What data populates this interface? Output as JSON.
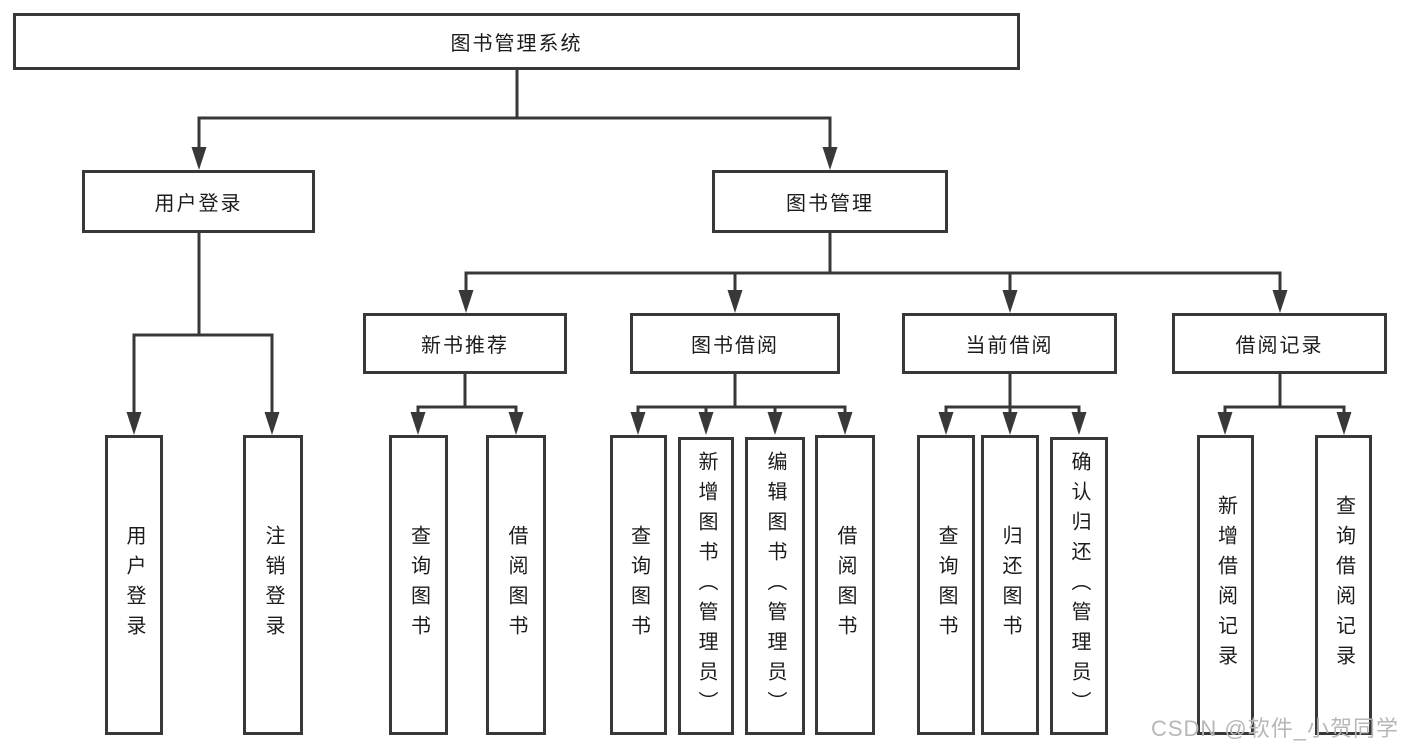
{
  "diagram_type": "hierarchy-tree",
  "line_color": "#383838",
  "box_background": "#ffffff",
  "text_color": "#1c1c1c",
  "watermark": {
    "text": "CSDN @软件_小贺同学",
    "color": "#b7b7b7"
  },
  "nodes": {
    "root": {
      "label": "图书管理系统"
    },
    "level1": [
      {
        "label": "用户登录",
        "children": [
          {
            "label": "用户登录"
          },
          {
            "label": "注销登录"
          }
        ]
      },
      {
        "label": "图书管理",
        "children": [
          {
            "label": "新书推荐",
            "children": [
              {
                "label": "查询图书"
              },
              {
                "label": "借阅图书"
              }
            ]
          },
          {
            "label": "图书借阅",
            "children": [
              {
                "label": "查询图书"
              },
              {
                "label": "新增图书（管理员）"
              },
              {
                "label": "编辑图书（管理员）"
              },
              {
                "label": "借阅图书"
              }
            ]
          },
          {
            "label": "当前借阅",
            "children": [
              {
                "label": "查询图书"
              },
              {
                "label": "归还图书"
              },
              {
                "label": "确认归还（管理员）"
              }
            ]
          },
          {
            "label": "借阅记录",
            "children": [
              {
                "label": "新增借阅记录"
              },
              {
                "label": "查询借阅记录"
              }
            ]
          }
        ]
      }
    ]
  }
}
